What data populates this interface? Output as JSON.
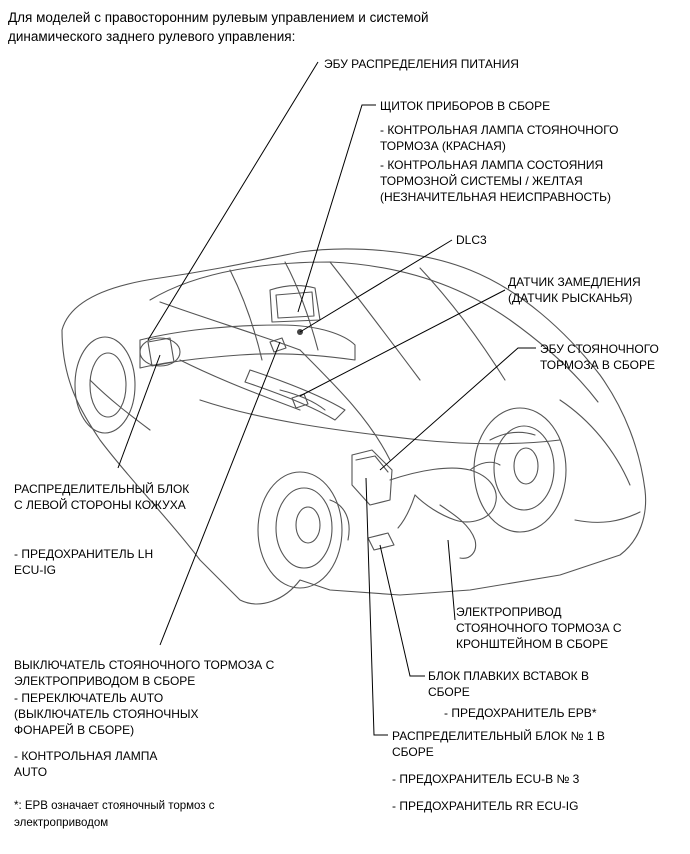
{
  "header": {
    "line1": "Для моделей с правосторонним рулевым управлением и системой",
    "line2": "динамического заднего рулевого управления:"
  },
  "labels": {
    "power_ecu": "ЭБУ РАСПРЕДЕЛЕНИЯ ПИТАНИЯ",
    "cluster_title": "ЩИТОК ПРИБОРОВ В СБОРЕ",
    "cluster_item1_l1": "- КОНТРОЛЬНАЯ ЛАМПА СТОЯНОЧНОГО",
    "cluster_item1_l2": "ТОРМОЗА (КРАСНАЯ)",
    "cluster_item2_l1": "- КОНТРОЛЬНАЯ ЛАМПА СОСТОЯНИЯ",
    "cluster_item2_l2": "ТОРМОЗНОЙ СИСТЕМЫ / ЖЕЛТАЯ",
    "cluster_item2_l3": "(НЕЗНАЧИТЕЛЬНАЯ НЕИСПРАВНОСТЬ)",
    "dlc3": "DLC3",
    "decel_l1": "ДАТЧИК ЗАМЕДЛЕНИЯ",
    "decel_l2": "(ДАТЧИК РЫСКАНЬЯ)",
    "epb_ecu_l1": "ЭБУ СТОЯНОЧНОГО",
    "epb_ecu_l2": "ТОРМОЗА В СБОРЕ",
    "left_block_l1": "РАСПРЕДЕЛИТЕЛЬНЫЙ БЛОК",
    "left_block_l2": "С ЛЕВОЙ СТОРОНЫ КОЖУХА",
    "fuse_lh_l1": "- ПРЕДОХРАНИТЕЛЬ LH",
    "fuse_lh_l2": "ECU-IG",
    "actuator_l1": "ЭЛЕКТРОПРИВОД",
    "actuator_l2": "СТОЯНОЧНОГО ТОРМОЗА С",
    "actuator_l3": "КРОНШТЕЙНОМ В СБОРЕ",
    "switch_l1": "ВЫКЛЮЧАТЕЛЬ СТОЯНОЧНОГО ТОРМОЗА С",
    "switch_l2": "ЭЛЕКТРОПРИВОДОМ В СБОРЕ",
    "switch_auto_l1": "- ПЕРЕКЛЮЧАТЕЛЬ AUTO",
    "switch_auto_l2": "(ВЫКЛЮЧАТЕЛЬ СТОЯНОЧНЫХ",
    "switch_auto_l3": "ФОНАРЕЙ В СБОРЕ)",
    "auto_lamp_l1": "- КОНТРОЛЬНАЯ ЛАМПА",
    "auto_lamp_l2": "AUTO",
    "fuse_block_l1": "БЛОК ПЛАВКИХ ВСТАВОК В",
    "fuse_block_l2": "СБОРЕ",
    "fuse_epb": "- ПРЕДОХРАНИТЕЛЬ EPB*",
    "dist_block_l1": "РАСПРЕДЕЛИТЕЛЬНЫЙ БЛОК № 1 В",
    "dist_block_l2": "СБОРЕ",
    "fuse_ecub": "- ПРЕДОХРАНИТЕЛЬ ECU-B № 3",
    "fuse_rr": "- ПРЕДОХРАНИТЕЛЬ RR ECU-IG"
  },
  "footnote": {
    "line1": "*: EPB означает стояночный тормоз с",
    "line2": "электроприводом"
  },
  "colors": {
    "ink": "#000000",
    "line_art": "#555555",
    "background": "#ffffff"
  }
}
